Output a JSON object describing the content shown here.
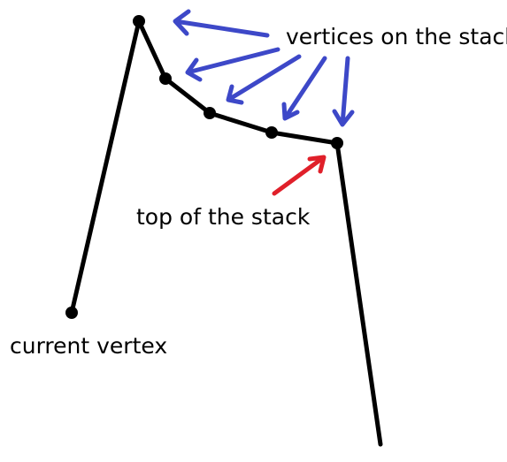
{
  "labels": {
    "stack_vertices": "vertices on the stack",
    "stack_top": "top of the stack",
    "current_vertex": "current vertex"
  },
  "colors": {
    "stack_arrows": "#3d48c8",
    "top_arrow": "#e0202a",
    "chain": "#000000"
  }
}
